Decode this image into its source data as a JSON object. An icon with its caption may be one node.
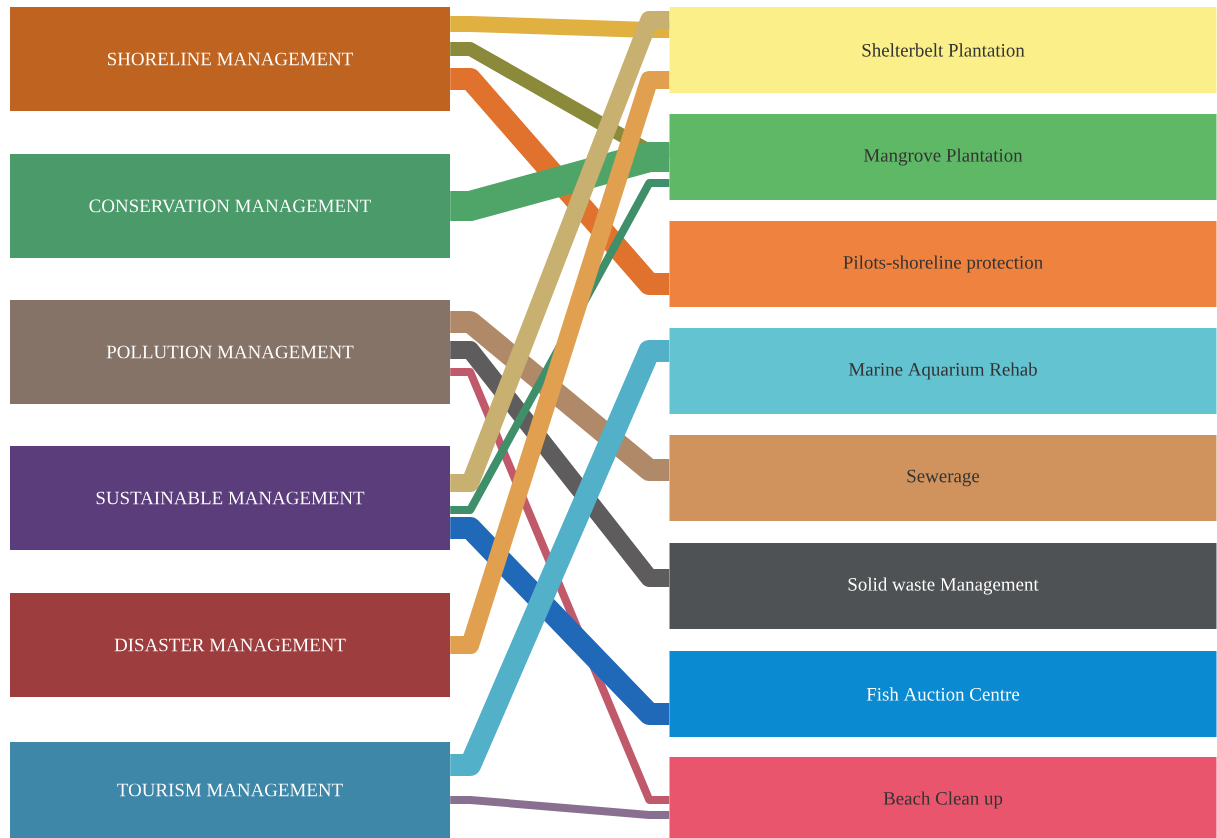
{
  "diagram": {
    "nodes": [
      {
        "text": [
          "SHORELINE MANAGEMENT"
        ]
      },
      {
        "text": [
          "CONSERVATION MANAGEMENT"
        ]
      },
      {
        "text": [
          "POLLUTION MANAGEMENT"
        ]
      },
      {
        "text": [
          "SUSTAINABLE MANAGEMENT"
        ]
      },
      {
        "text": [
          "DISASTER MANAGEMENT"
        ]
      },
      {
        "text": [
          "TOURISM MANAGEMENT"
        ]
      },
      {
        "text": [
          "Shelterbelt Plantation"
        ]
      },
      {
        "text": [
          "Mangrove Plantation"
        ]
      },
      {
        "text": [
          "Pilots-shoreline protection"
        ]
      },
      {
        "text": [
          "Marine Aquarium Rehab"
        ]
      },
      {
        "text": [
          "Sewerage"
        ]
      },
      {
        "text": [
          "Solid waste Management"
        ]
      },
      {
        "text": [
          "Fish Auction Centre"
        ]
      },
      {
        "text": [
          "Beach Clean up"
        ]
      }
    ],
    "edges": [
      {
        "from": 0,
        "to": 6,
        "arrow": "none",
        "color": "#e0b040"
      },
      {
        "from": 0,
        "to": 7,
        "arrow": "none",
        "color": "#8a8a3a"
      },
      {
        "from": 0,
        "to": 8,
        "arrow": "none",
        "color": "#e0722e"
      },
      {
        "from": 1,
        "to": 7,
        "arrow": "none",
        "color": "#4fa468"
      },
      {
        "from": 2,
        "to": 10,
        "arrow": "none",
        "color": "#b08a68"
      },
      {
        "from": 2,
        "to": 11,
        "arrow": "none",
        "color": "#5e5c5c"
      },
      {
        "from": 2,
        "to": 13,
        "arrow": "none",
        "color": "#c05a6a"
      },
      {
        "from": 3,
        "to": 6,
        "arrow": "none",
        "color": "#c8b070"
      },
      {
        "from": 3,
        "to": 7,
        "arrow": "none",
        "color": "#3f8f6a"
      },
      {
        "from": 3,
        "to": 12,
        "arrow": "none",
        "color": "#2068b8"
      },
      {
        "from": 4,
        "to": 6,
        "arrow": "none",
        "color": "#e0a050"
      },
      {
        "from": 5,
        "to": 9,
        "arrow": "none",
        "color": "#52b0c8"
      },
      {
        "from": 5,
        "to": 13,
        "arrow": "none",
        "color": "#8a7090"
      }
    ]
  }
}
